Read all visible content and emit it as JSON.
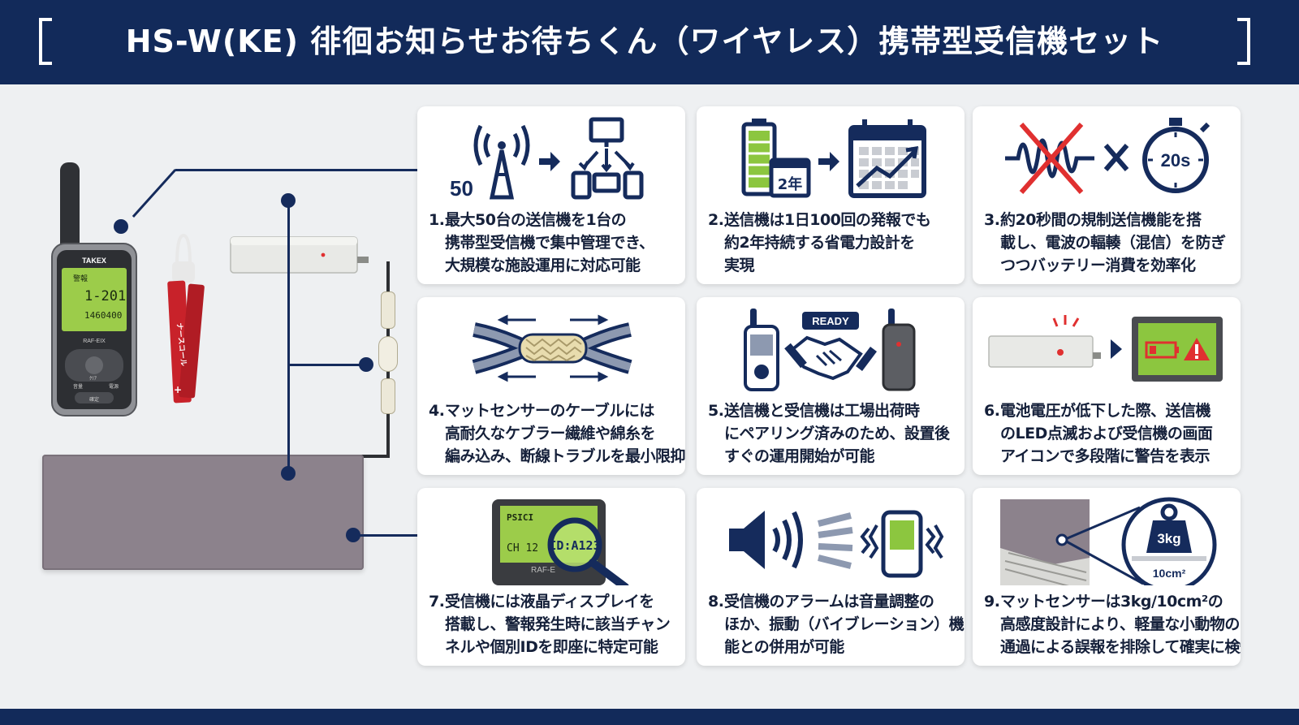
{
  "title": "HS-W(KE) 徘徊お知らせお待ちくん（ワイヤレス）携帯型受信機セット",
  "receiver": {
    "brand": "TAKEX",
    "model": "RAF-EIX",
    "lcd_line1": "警報",
    "lcd_line2": "1-201",
    "lcd_line3": "1460400",
    "btn_left": "音量",
    "btn_mid": "ｸﾘｱ",
    "btn_right": "電源",
    "btn_bottom": "確定"
  },
  "strap": {
    "label": "ナースコール"
  },
  "features": [
    {
      "num": "1.",
      "lines": [
        "最大50台の送信機を1台の",
        "携帯型受信機で集中管理でき、",
        "大規模な施設運用に対応可能"
      ],
      "icon_text": "50"
    },
    {
      "num": "2.",
      "lines": [
        "送信機は1日100回の発報でも",
        "約2年持続する省電力設計を",
        "実現"
      ],
      "icon_text": "2年"
    },
    {
      "num": "3.",
      "lines": [
        "約20秒間の規制送信機能を搭",
        "載し、電波の輻輳（混信）を防ぎ",
        "つつバッテリー消費を効率化"
      ],
      "icon_text": "20s"
    },
    {
      "num": "4.",
      "lines": [
        "マットセンサーのケーブルには",
        "高耐久なケブラー繊維や綿糸を",
        "編み込み、断線トラブルを最小限抑制"
      ],
      "icon_text": ""
    },
    {
      "num": "5.",
      "lines": [
        "送信機と受信機は工場出荷時",
        "にペアリング済みのため、設置後",
        "すぐの運用開始が可能"
      ],
      "icon_text": "READY"
    },
    {
      "num": "6.",
      "lines": [
        "電池電圧が低下した際、送信機",
        "のLED点滅および受信機の画面",
        "アイコンで多段階に警告を表示"
      ],
      "icon_text": ""
    },
    {
      "num": "7.",
      "lines": [
        "受信機には液晶ディスプレイを",
        "搭載し、警報発生時に該当チャン",
        "ネルや個別IDを即座に特定可能"
      ],
      "icon_text": "ID:A123",
      "icon_text2": "CH 12",
      "icon_text3": "RAF-E"
    },
    {
      "num": "8.",
      "lines": [
        "受信機のアラームは音量調整の",
        "ほか、振動（バイブレーション）機",
        "能との併用が可能"
      ],
      "icon_text": ""
    },
    {
      "num": "9.",
      "lines": [
        "マットセンサーは3kg/10cm²の",
        "高感度設計により、軽量な小動物の",
        "通過による誤報を排除して確実に検知"
      ],
      "icon_text": "3kg",
      "icon_text2": "10cm²"
    }
  ],
  "colors": {
    "navy": "#122a5a",
    "green_lcd": "#8cc63f",
    "red_alert": "#e03030",
    "mat": "#8a808a"
  }
}
